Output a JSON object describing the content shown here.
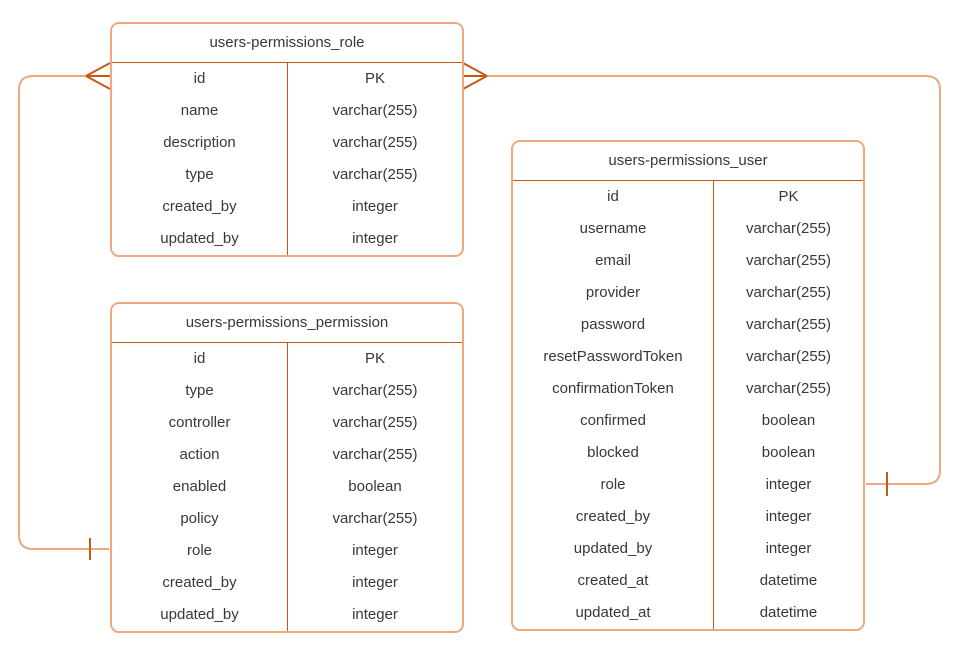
{
  "diagram": {
    "background": "#ffffff",
    "colors": {
      "table_border": "#EFA77E",
      "divider": "#C55A11",
      "connector": "#EFA77E",
      "connector_marker": "#C55A11",
      "text": "#383838"
    },
    "tables": [
      {
        "title": "users-permissions_role",
        "fields": [
          {
            "name": "id",
            "type": "PK"
          },
          {
            "name": "name",
            "type": "varchar(255)"
          },
          {
            "name": "description",
            "type": "varchar(255)"
          },
          {
            "name": "type",
            "type": "varchar(255)"
          },
          {
            "name": "created_by",
            "type": "integer"
          },
          {
            "name": "updated_by",
            "type": "integer"
          }
        ]
      },
      {
        "title": "users-permissions_permission",
        "fields": [
          {
            "name": "id",
            "type": "PK"
          },
          {
            "name": "type",
            "type": "varchar(255)"
          },
          {
            "name": "controller",
            "type": "varchar(255)"
          },
          {
            "name": "action",
            "type": "varchar(255)"
          },
          {
            "name": "enabled",
            "type": "boolean"
          },
          {
            "name": "policy",
            "type": "varchar(255)"
          },
          {
            "name": "role",
            "type": "integer"
          },
          {
            "name": "created_by",
            "type": "integer"
          },
          {
            "name": "updated_by",
            "type": "integer"
          }
        ]
      },
      {
        "title": "users-permissions_user",
        "fields": [
          {
            "name": "id",
            "type": "PK"
          },
          {
            "name": "username",
            "type": "varchar(255)"
          },
          {
            "name": "email",
            "type": "varchar(255)"
          },
          {
            "name": "provider",
            "type": "varchar(255)"
          },
          {
            "name": "password",
            "type": "varchar(255)"
          },
          {
            "name": "resetPasswordToken",
            "type": "varchar(255)"
          },
          {
            "name": "confirmationToken",
            "type": "varchar(255)"
          },
          {
            "name": "confirmed",
            "type": "boolean"
          },
          {
            "name": "blocked",
            "type": "boolean"
          },
          {
            "name": "role",
            "type": "integer"
          },
          {
            "name": "created_by",
            "type": "integer"
          },
          {
            "name": "updated_by",
            "type": "integer"
          },
          {
            "name": "created_at",
            "type": "datetime"
          },
          {
            "name": "updated_at",
            "type": "datetime"
          }
        ]
      }
    ],
    "relationships": [
      {
        "from_table": "users-permissions_role",
        "from_field": "id",
        "from_marker": "many-crow-foot",
        "to_table": "users-permissions_permission",
        "to_field": "role",
        "to_marker": "one-tick"
      },
      {
        "from_table": "users-permissions_role",
        "from_field": "id",
        "from_marker": "many-crow-foot",
        "to_table": "users-permissions_user",
        "to_field": "role",
        "to_marker": "one-tick"
      }
    ]
  }
}
